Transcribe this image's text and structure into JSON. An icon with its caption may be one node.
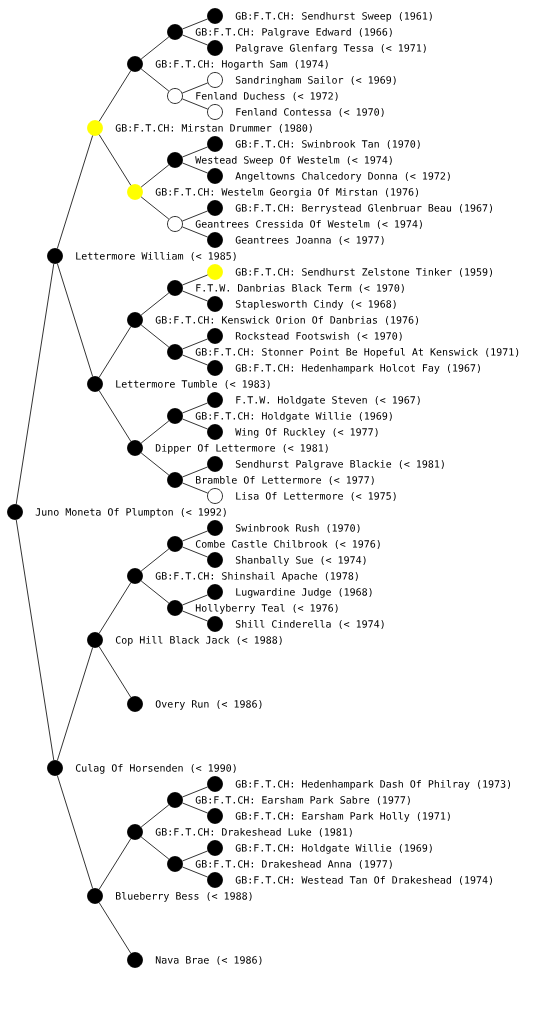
{
  "diagram": {
    "nodes": [
      {
        "text": [],
        "shape": "circle",
        "beside": [
          "GB:F.T.CH: Sendhurst Sweep (1961)"
        ]
      },
      {
        "text": [],
        "shape": "circle"
      },
      {
        "text": [],
        "shape": "circle",
        "beside": [
          "Palgrave Glenfarg Tessa (< 1971)"
        ]
      },
      {
        "text": [],
        "shape": "circle"
      },
      {
        "text": [],
        "shape": "circle",
        "beside": [
          "Sandringham Sailor (< 1969)"
        ]
      },
      {
        "text": [],
        "shape": "circle"
      },
      {
        "text": [],
        "shape": "circle",
        "beside": [
          "Fenland Contessa (< 1970)"
        ]
      },
      {
        "text": [],
        "shape": "circle"
      },
      {
        "text": [],
        "shape": "circle",
        "beside": [
          "GB:F.T.CH: Swinbrook Tan (1970)"
        ]
      },
      {
        "text": [],
        "shape": "circle"
      },
      {
        "text": [],
        "shape": "circle",
        "beside": [
          "Angeltowns Chalcedory Donna (< 1972)"
        ]
      },
      {
        "text": [],
        "shape": "circle"
      },
      {
        "text": [],
        "shape": "circle",
        "beside": [
          "GB:F.T.CH: Berrystead Glenbruar Beau (1967)"
        ]
      },
      {
        "text": [],
        "shape": "circle"
      },
      {
        "text": [],
        "shape": "circle",
        "beside": [
          "Geantrees Joanna (< 1977)"
        ]
      },
      {
        "text": [],
        "shape": "circle"
      },
      {
        "text": [],
        "shape": "circle",
        "beside": [
          "GB:F.T.CH: Sendhurst Zelstone Tinker (1959)"
        ]
      },
      {
        "text": [],
        "shape": "circle"
      },
      {
        "text": [],
        "shape": "circle",
        "beside": [
          "Staplesworth Cindy (< 1968)"
        ]
      },
      {
        "text": [],
        "shape": "circle"
      },
      {
        "text": [],
        "shape": "circle",
        "beside": [
          "Rockstead Footswish (< 1970)"
        ]
      },
      {
        "text": [],
        "shape": "circle"
      },
      {
        "text": [],
        "shape": "circle",
        "beside": [
          "GB:F.T.CH: Hedenhampark Holcot Fay (1967)"
        ]
      },
      {
        "text": [],
        "shape": "circle"
      },
      {
        "text": [],
        "shape": "circle",
        "beside": [
          "F.T.W. Holdgate Steven (< 1967)"
        ]
      },
      {
        "text": [],
        "shape": "circle"
      },
      {
        "text": [],
        "shape": "circle",
        "beside": [
          "Wing Of Ruckley (< 1977)"
        ]
      },
      {
        "text": [],
        "shape": "circle"
      },
      {
        "text": [],
        "shape": "circle",
        "beside": [
          "Sendhurst Palgrave Blackie (< 1981)"
        ]
      },
      {
        "text": [],
        "shape": "circle"
      },
      {
        "text": [],
        "shape": "circle",
        "beside": [
          "Lisa Of Lettermore (< 1975)"
        ]
      },
      {
        "text": [],
        "shape": "circle"
      },
      {
        "text": [],
        "shape": "circle",
        "beside": [
          "Swinbrook Rush (1970)"
        ]
      },
      {
        "text": [],
        "shape": "circle"
      },
      {
        "text": [],
        "shape": "circle",
        "beside": [
          "Shanbally Sue (< 1974)"
        ]
      },
      {
        "text": [],
        "shape": "circle"
      },
      {
        "text": [],
        "shape": "circle",
        "beside": [
          "Lugwardine Judge (1968)"
        ]
      },
      {
        "text": [],
        "shape": "circle"
      },
      {
        "text": [],
        "shape": "circle",
        "beside": [
          "Shill Cinderella (< 1974)"
        ]
      },
      {
        "text": [],
        "shape": "circle"
      },
      {
        "text": [],
        "shape": "circle",
        "beside": [
          "Overy Run (< 1986)"
        ]
      },
      {
        "text": [],
        "shape": "circle"
      },
      {
        "text": [],
        "shape": "circle",
        "beside": [
          "GB:F.T.CH: Hedenhampark Dash Of Philray (1973)"
        ]
      },
      {
        "text": [],
        "shape": "circle"
      },
      {
        "text": [],
        "shape": "circle",
        "beside": [
          "GB:F.T.CH: Earsham Park Holly (1971)"
        ]
      },
      {
        "text": [],
        "shape": "circle"
      },
      {
        "text": [],
        "shape": "circle",
        "beside": [
          "GB:F.T.CH: Holdgate Willie (1969)"
        ]
      },
      {
        "text": [],
        "shape": "circle"
      },
      {
        "text": [],
        "shape": "circle",
        "beside": [
          "GB:F.T.CH: Westead Tan Of Drakeshead (1974)"
        ]
      },
      {
        "text": [],
        "shape": "circle"
      },
      {
        "text": [],
        "shape": "circle",
        "beside": [
          "Nava Brae (< 1986)"
        ]
      }
    ],
    "edges": [
      {
        "from": 31,
        "to": 15,
        "arrow": "none"
      },
      {
        "from": 31,
        "to": 41,
        "arrow": "none"
      },
      {
        "from": 15,
        "to": 7,
        "arrow": "none"
      },
      {
        "from": 15,
        "to": 23,
        "arrow": "none"
      },
      {
        "from": 7,
        "to": 3,
        "arrow": "none"
      },
      {
        "from": 7,
        "to": 11,
        "arrow": "none"
      },
      {
        "from": 3,
        "to": 1,
        "arrow": "none"
      },
      {
        "from": 3,
        "to": 5,
        "arrow": "none"
      },
      {
        "from": 1,
        "to": 0,
        "arrow": "none"
      },
      {
        "from": 1,
        "to": 2,
        "arrow": "none"
      },
      {
        "from": 5,
        "to": 4,
        "arrow": "none"
      },
      {
        "from": 5,
        "to": 6,
        "arrow": "none"
      },
      {
        "from": 11,
        "to": 9,
        "arrow": "none"
      },
      {
        "from": 11,
        "to": 13,
        "arrow": "none"
      },
      {
        "from": 9,
        "to": 8,
        "arrow": "none"
      },
      {
        "from": 9,
        "to": 10,
        "arrow": "none"
      },
      {
        "from": 13,
        "to": 12,
        "arrow": "none"
      },
      {
        "from": 13,
        "to": 14,
        "arrow": "none"
      },
      {
        "from": 23,
        "to": 19,
        "arrow": "none"
      },
      {
        "from": 23,
        "to": 27,
        "arrow": "none"
      },
      {
        "from": 19,
        "to": 17,
        "arrow": "none"
      },
      {
        "from": 19,
        "to": 21,
        "arrow": "none"
      },
      {
        "from": 17,
        "to": 16,
        "arrow": "none"
      },
      {
        "from": 17,
        "to": 18,
        "arrow": "none"
      },
      {
        "from": 21,
        "to": 20,
        "arrow": "none"
      },
      {
        "from": 21,
        "to": 22,
        "arrow": "none"
      },
      {
        "from": 27,
        "to": 25,
        "arrow": "none"
      },
      {
        "from": 27,
        "to": 29,
        "arrow": "none"
      },
      {
        "from": 25,
        "to": 24,
        "arrow": "none"
      },
      {
        "from": 25,
        "to": 26,
        "arrow": "none"
      },
      {
        "from": 29,
        "to": 28,
        "arrow": "none"
      },
      {
        "from": 29,
        "to": 30,
        "arrow": "none"
      },
      {
        "from": 41,
        "to": 39,
        "arrow": "none"
      },
      {
        "from": 41,
        "to": 49,
        "arrow": "none"
      },
      {
        "from": 39,
        "to": 35,
        "arrow": "none"
      },
      {
        "from": 39,
        "to": 40,
        "arrow": "none"
      },
      {
        "from": 35,
        "to": 33,
        "arrow": "none"
      },
      {
        "from": 35,
        "to": 37,
        "arrow": "none"
      },
      {
        "from": 33,
        "to": 32,
        "arrow": "none"
      },
      {
        "from": 33,
        "to": 34,
        "arrow": "none"
      },
      {
        "from": 37,
        "to": 36,
        "arrow": "none"
      },
      {
        "from": 37,
        "to": 38,
        "arrow": "none"
      },
      {
        "from": 49,
        "to": 45,
        "arrow": "none"
      },
      {
        "from": 49,
        "to": 50,
        "arrow": "none"
      },
      {
        "from": 45,
        "to": 43,
        "arrow": "none"
      },
      {
        "from": 45,
        "to": 47,
        "arrow": "none"
      },
      {
        "from": 43,
        "to": 42,
        "arrow": "none"
      },
      {
        "from": 43,
        "to": 44,
        "arrow": "none"
      },
      {
        "from": 47,
        "to": 46,
        "arrow": "none"
      },
      {
        "from": 47,
        "to": 48,
        "arrow": "none"
      }
    ],
    "labels": [
      "GB:F.T.CH: Palgrave Edward (1966)",
      "GB:F.T.CH: Hogarth Sam (1974)",
      "Fenland Duchess (< 1972)",
      "GB:F.T.CH: Mirstan Drummer (1980)",
      "Westead Sweep Of Westelm (< 1974)",
      "GB:F.T.CH: Westelm Georgia Of Mirstan (1976)",
      "Geantrees Cressida Of Westelm (< 1974)",
      "Lettermore William (< 1985)",
      "F.T.W. Danbrias Black Term (< 1970)",
      "GB:F.T.CH: Kenswick Orion Of Danbrias (1976)",
      "GB:F.T.CH: Stonner Point Be Hopeful At Kenswick (1971)",
      "Lettermore Tumble (< 1983)",
      "GB:F.T.CH: Holdgate Willie (1969)",
      "Dipper Of Lettermore (< 1981)",
      "Bramble Of Lettermore (< 1977)",
      "Juno Moneta Of Plumpton (< 1992)",
      "Combe Castle Chilbrook (< 1976)",
      "GB:F.T.CH: Shinshail Apache (1978)",
      "Hollyberry Teal (< 1976)",
      "Cop Hill Black Jack (< 1988)",
      "Culag Of Horsenden (< 1990)",
      "GB:F.T.CH: Earsham Park Sabre (1977)",
      "GB:F.T.CH: Drakeshead Luke (1981)",
      "GB:F.T.CH: Drakeshead Anna (1977)",
      "Blueberry Bess (< 1988)"
    ]
  }
}
